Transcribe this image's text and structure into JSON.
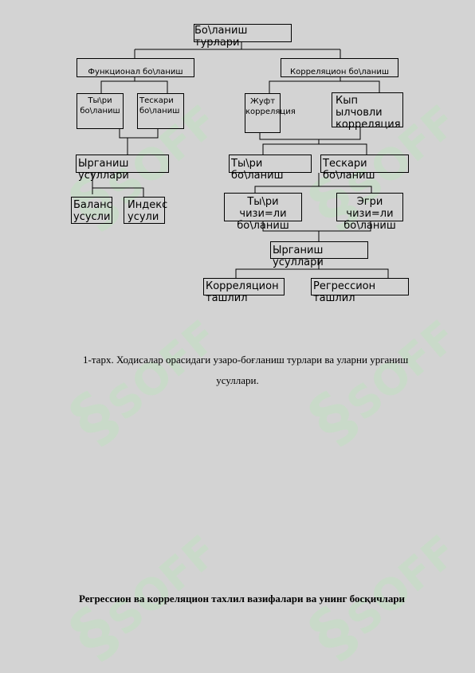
{
  "watermark": "SOFF",
  "diagram": {
    "root": "Бо\\ланиш турлари",
    "functional": "Функционал бо\\ланиш",
    "correlation": "Корреляцион бо\\ланиш",
    "func_direct": "Ты\\ри бо\\ланиш",
    "func_inverse": "Тескари бо\\ланиш",
    "pair_corr": "Жуфт корреляция",
    "multi_corr": "Кып ылчовли корреляция",
    "func_methods": "Ырганиш усуллари",
    "balance": "Баланс усусли",
    "index": "Индекс усули",
    "corr_direct": "Ты\\ри бо\\ланиш",
    "corr_inverse": "Тескари бо\\ланиш",
    "linear": "Ты\\ри чизи=ли бо\\ланиш",
    "curved": "Эгри чизи=ли бо\\ланиш",
    "corr_methods": "Ырганиш усуллари",
    "corr_analysis": "Корреляцион ташлил",
    "regr_analysis": "Регрессион ташлил"
  },
  "caption_line1": "1-тарх. Ходисалар орасидаги узаро-боғланиш турлари ва уларни урганиш",
  "caption_line2": "усуллари.",
  "heading": "Регрессион ва корреляцион тахлил вазифалари ва унинг босқичлари"
}
